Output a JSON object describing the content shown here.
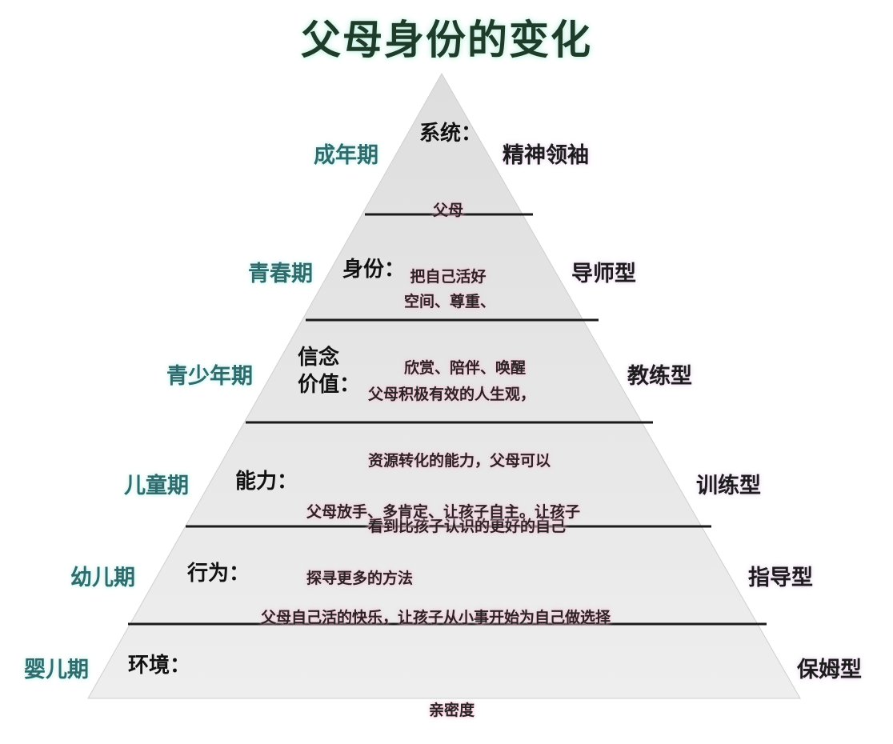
{
  "title": "父母身份的变化",
  "levels": [
    {
      "stage": "成年期",
      "key_lines": [
        "系统："
      ],
      "desc_lines": [
        "父母",
        "把自己活好"
      ],
      "role": "精神领袖"
    },
    {
      "stage": "青春期",
      "key_lines": [
        "身份："
      ],
      "desc_lines": [
        "空间、尊重、",
        "欣赏、陪伴、唤醒"
      ],
      "role": "导师型"
    },
    {
      "stage": "青少年期",
      "key_lines": [
        "信念",
        "价值："
      ],
      "desc_lines": [
        "父母积极有效的人生观，",
        "资源转化的能力，父母可以",
        "看到比孩子认识的更好的自己"
      ],
      "role": "教练型"
    },
    {
      "stage": "儿童期",
      "key_lines": [
        "能力："
      ],
      "desc_lines": [
        "父母放手、多肯定、让孩子自主。让孩子",
        "探寻更多的方法"
      ],
      "role": "训练型"
    },
    {
      "stage": "幼儿期",
      "key_lines": [
        "行为："
      ],
      "desc_lines": [
        "父母自己活的快乐，让孩子从小事开始为自己做选择"
      ],
      "role": "指导型"
    },
    {
      "stage": "婴儿期",
      "key_lines": [
        "环境："
      ],
      "desc_lines": [
        "亲密度"
      ],
      "role": "保姆型"
    }
  ],
  "colors": {
    "pyramid_fill": "#e6e6e6",
    "pyramid_edge": "#cfcfcf",
    "divider": "#1a1a1a",
    "stage_text": "#2f6b6c",
    "desc_glow": "#f2bdd0"
  }
}
